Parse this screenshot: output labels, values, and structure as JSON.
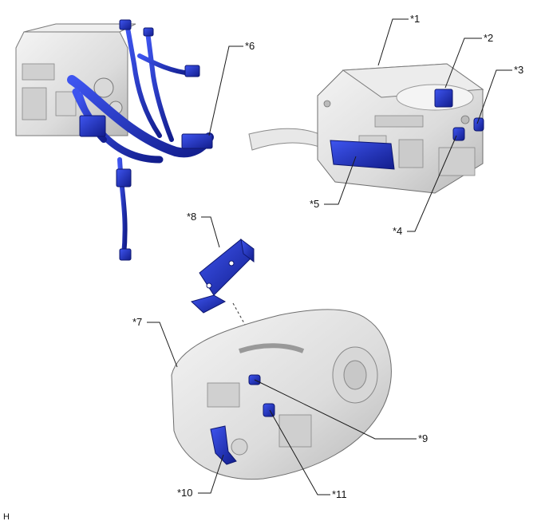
{
  "figure": {
    "code": "H",
    "callouts": [
      {
        "id": "c1",
        "label": "*1"
      },
      {
        "id": "c2",
        "label": "*2"
      },
      {
        "id": "c3",
        "label": "*3"
      },
      {
        "id": "c4",
        "label": "*4"
      },
      {
        "id": "c5",
        "label": "*5"
      },
      {
        "id": "c6",
        "label": "*6"
      },
      {
        "id": "c7",
        "label": "*7"
      },
      {
        "id": "c8",
        "label": "*8"
      },
      {
        "id": "c9",
        "label": "*9"
      },
      {
        "id": "c10",
        "label": "*10"
      },
      {
        "id": "c11",
        "label": "*11"
      }
    ]
  },
  "colors": {
    "highlight": "#1f32c9",
    "highlight_dark": "#111c85",
    "metal": "#e4e4e4",
    "metal_shadow": "#bdbdbd",
    "outline": "#6b6b6b",
    "leader": "#1a1a1a"
  }
}
